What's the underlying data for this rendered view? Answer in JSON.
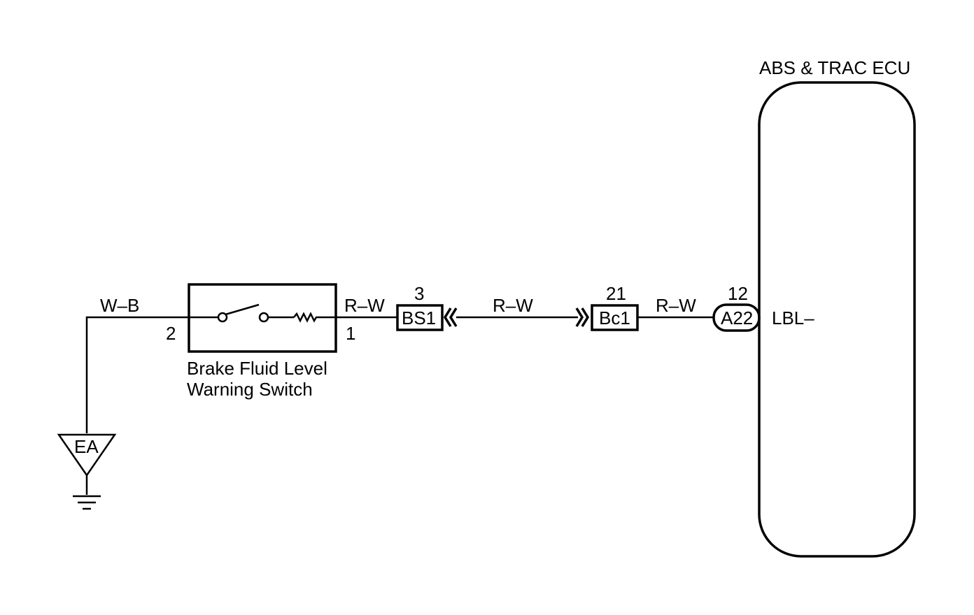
{
  "ecu": {
    "title": "ABS & TRAC ECU",
    "terminal_label": "LBL–"
  },
  "switch": {
    "name_line1": "Brake Fluid Level",
    "name_line2": "Warning Switch",
    "pin_left": "2",
    "pin_right": "1"
  },
  "ground": {
    "label": "EA"
  },
  "wires": {
    "ground_wire": "W–B",
    "wire_1": "R–W",
    "wire_2": "R–W",
    "wire_3": "R–W"
  },
  "connectors": [
    {
      "name": "BS1",
      "pin": "3"
    },
    {
      "name": "Bc1",
      "pin": "21"
    },
    {
      "name": "A22",
      "pin": "12"
    }
  ]
}
